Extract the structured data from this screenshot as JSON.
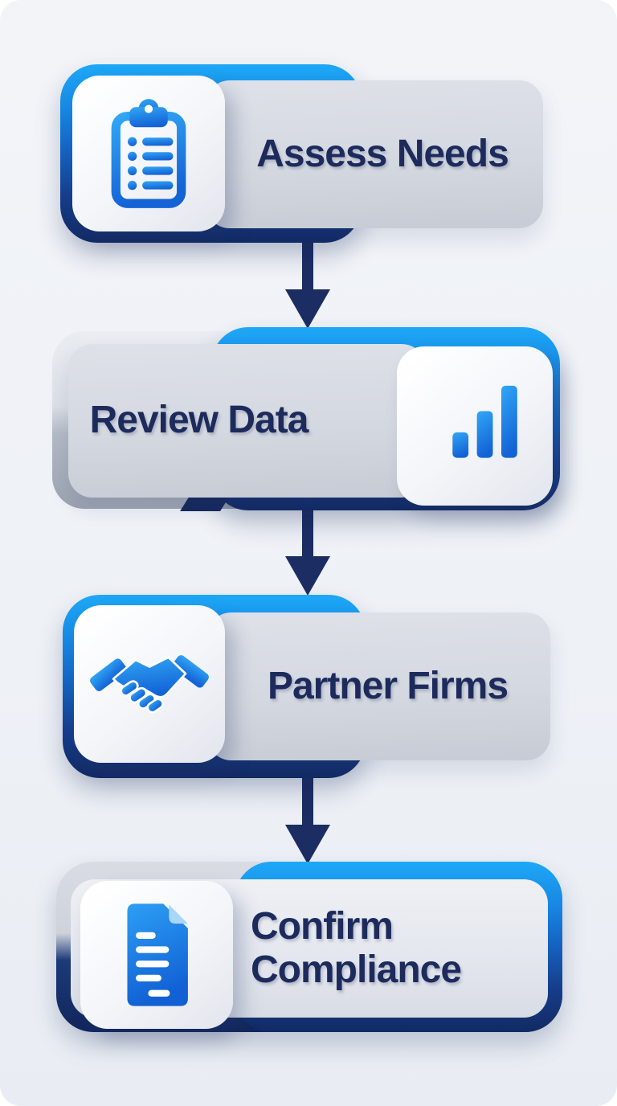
{
  "diagram": {
    "type": "vertical-process-flow",
    "step_count": 4,
    "steps": [
      {
        "index": 1,
        "label": "Assess Needs",
        "icon": "clipboard-checklist-icon",
        "icon_side": "left"
      },
      {
        "index": 2,
        "label": "Review Data",
        "icon": "bar-chart-icon",
        "icon_side": "right"
      },
      {
        "index": 3,
        "label": "Partner Firms",
        "icon": "handshake-icon",
        "icon_side": "left"
      },
      {
        "index": 4,
        "label": "Confirm Compliance",
        "icon": "document-icon",
        "icon_side": "left"
      }
    ],
    "connectors": [
      {
        "from": 1,
        "to": 2,
        "shape": "down-arrow"
      },
      {
        "from": 2,
        "to": 3,
        "shape": "down-arrow"
      },
      {
        "from": 3,
        "to": 4,
        "shape": "down-arrow"
      }
    ]
  },
  "colors": {
    "background": "#eef1f6",
    "accent_blue_bright": "#1ea8f7",
    "accent_blue_mid": "#1564c2",
    "navy_dark": "#122a63",
    "arrow_navy": "#1c2d63",
    "panel_gray": "#d4d8e0",
    "back_panel_gray": "#9da4b1",
    "tile_white": "#ffffff",
    "text_navy": "#1d2b5c",
    "icon_gradient_top": "#31a7f6",
    "icon_gradient_bottom": "#1463d6"
  }
}
